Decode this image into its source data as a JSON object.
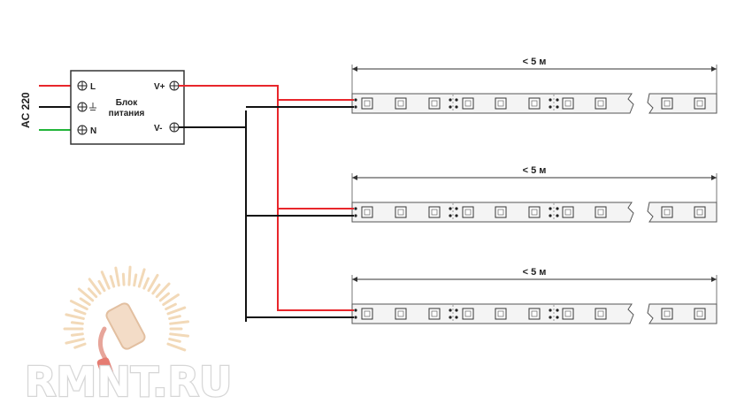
{
  "input": {
    "label": "AC 220"
  },
  "psu": {
    "title_line1": "Блок",
    "title_line2": "питания",
    "terminal_l": "L",
    "terminal_n": "N",
    "out_plus": "V+",
    "out_minus": "V-"
  },
  "strips": [
    {
      "length_label": "< 5 м"
    },
    {
      "length_label": "< 5 м"
    },
    {
      "length_label": "< 5 м"
    }
  ],
  "watermark": {
    "text": "RMNT.RU"
  },
  "colors": {
    "wire_live": "#e8262b",
    "wire_neutral": "#22b53a",
    "wire_negative": "#111111",
    "strip_fill": "#f4f4f4",
    "strip_border": "#555555"
  }
}
